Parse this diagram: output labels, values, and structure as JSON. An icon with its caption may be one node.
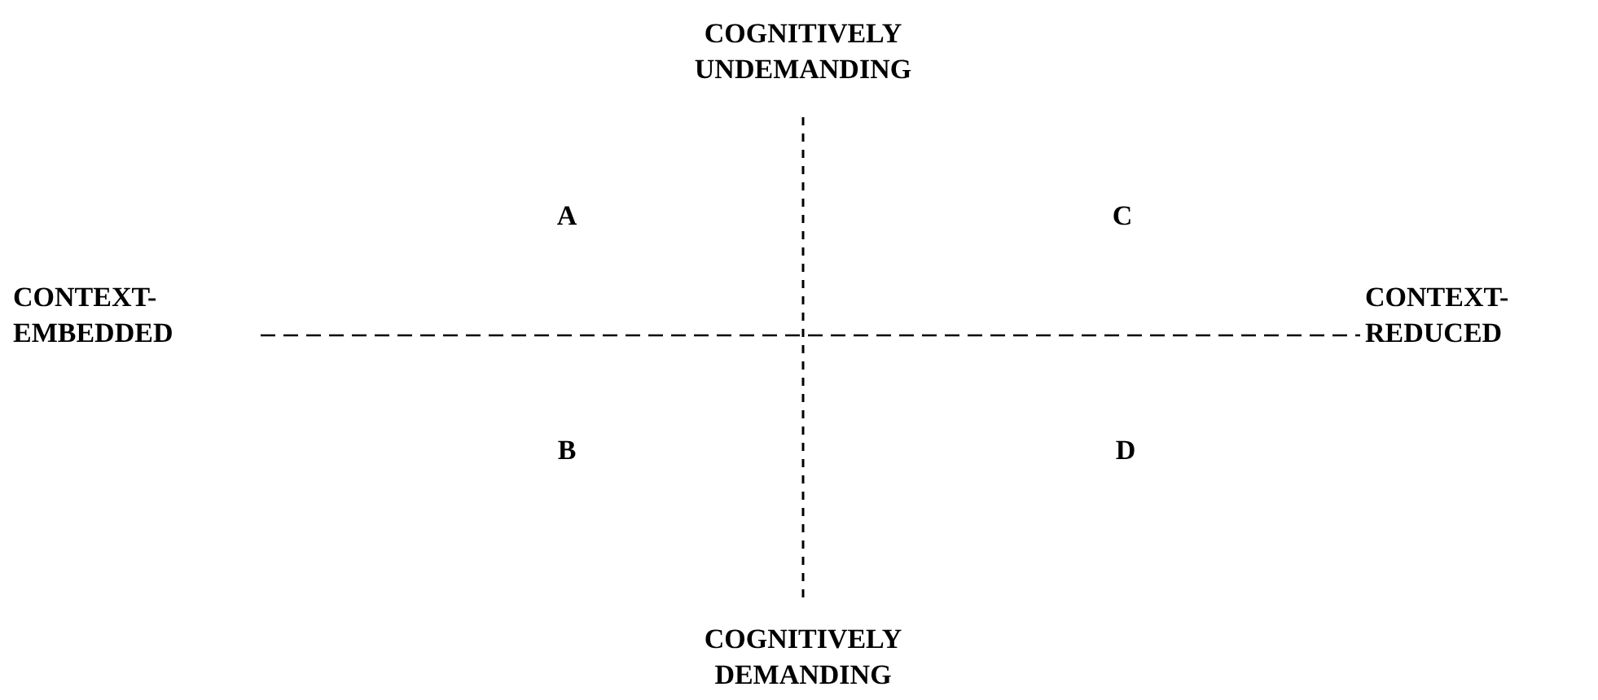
{
  "diagram": {
    "labels": [
      "COGNITIVELY UNDEMANDING",
      "A",
      "C",
      "CONTEXT-EMBEDDED",
      "CONTEXT-REDUCED",
      "B",
      "D",
      "COGNITIVELY DEMANDING"
    ]
  }
}
